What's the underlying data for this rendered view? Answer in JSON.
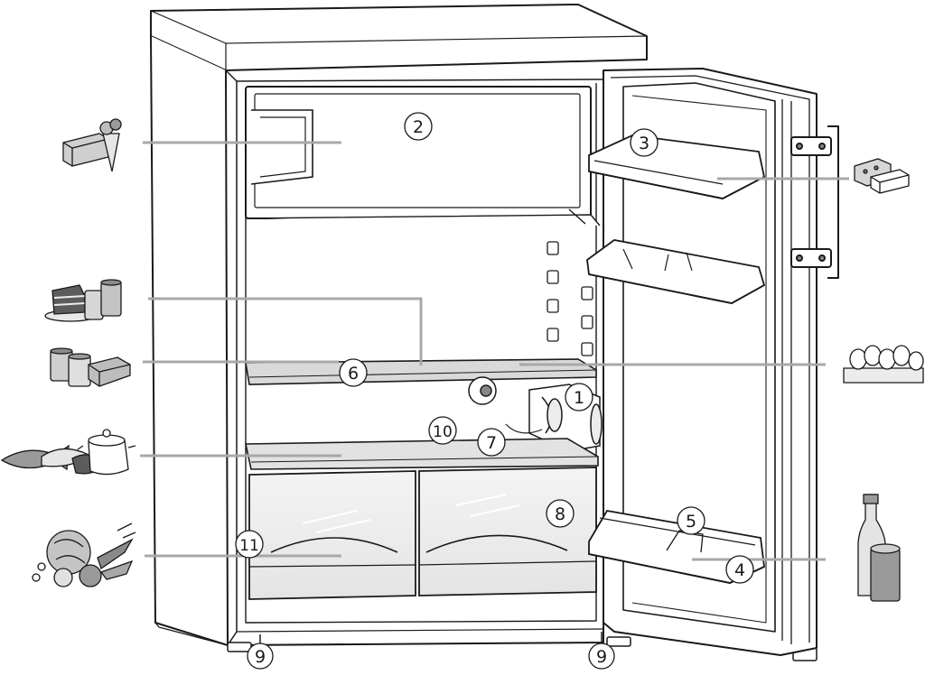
{
  "callouts": {
    "c1": "1",
    "c2": "2",
    "c3": "3",
    "c4": "4",
    "c5": "5",
    "c6": "6",
    "c7": "7",
    "c8": "8",
    "c9a": "9",
    "c9b": "9",
    "c10": "10",
    "c11": "11"
  },
  "food_icons": [
    "frozen-food-ice-cream-icon",
    "cake-and-jars-icon",
    "dairy-cups-and-butter-icon",
    "fish-meat-and-pot-icon",
    "vegetables-and-fruit-icon",
    "cheese-and-butter-icon",
    "eggs-icon",
    "bottle-and-can-icon"
  ],
  "colors": {
    "outline": "#1a1a1a",
    "leader_line": "#a8a8a8",
    "shelf_glass": "#d9d9d9",
    "background": "#ffffff"
  }
}
